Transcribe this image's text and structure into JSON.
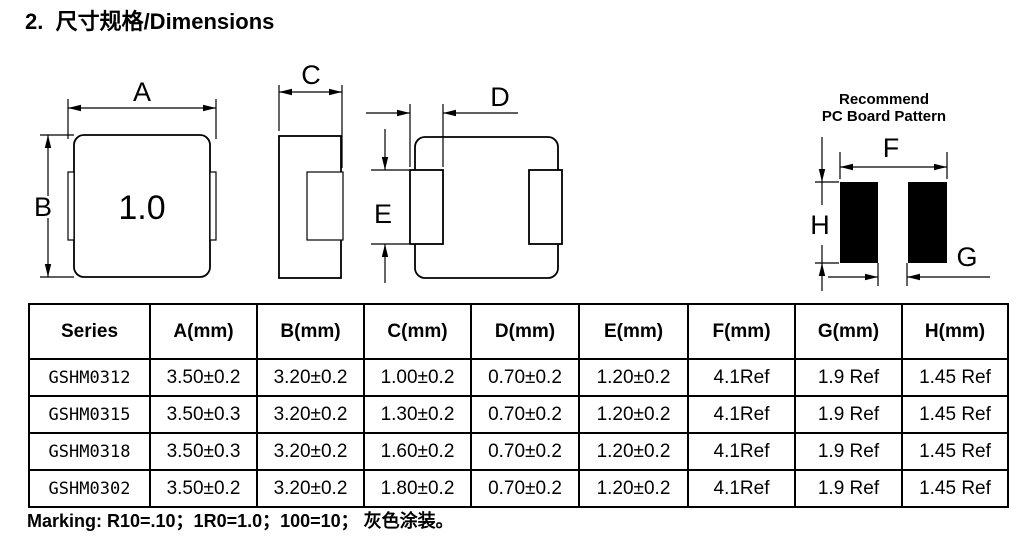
{
  "page": {
    "title": "2.  尺寸规格/Dimensions",
    "marking": "Marking: R10=.10；1R0=1.0；100=10； 灰色涂装。"
  },
  "drawings": {
    "top_view": {
      "label_a": "A",
      "label_b": "B",
      "part_marking": "1.0"
    },
    "side_view": {
      "label_c": "C"
    },
    "bottom_view": {
      "label_d": "D",
      "label_e": "E"
    },
    "pcb_pattern": {
      "title_line1": "Recommend",
      "title_line2": "PC Board Pattern",
      "label_f": "F",
      "label_g": "G",
      "label_h": "H"
    }
  },
  "table": {
    "headers": [
      "Series",
      "A(mm)",
      "B(mm)",
      "C(mm)",
      "D(mm)",
      "E(mm)",
      "F(mm)",
      "G(mm)",
      "H(mm)"
    ],
    "rows": [
      [
        "GSHM0312",
        "3.50±0.2",
        "3.20±0.2",
        "1.00±0.2",
        "0.70±0.2",
        "1.20±0.2",
        "4.1Ref",
        "1.9 Ref",
        "1.45 Ref"
      ],
      [
        "GSHM0315",
        "3.50±0.3",
        "3.20±0.2",
        "1.30±0.2",
        "0.70±0.2",
        "1.20±0.2",
        "4.1Ref",
        "1.9 Ref",
        "1.45 Ref"
      ],
      [
        "GSHM0318",
        "3.50±0.3",
        "3.20±0.2",
        "1.60±0.2",
        "0.70±0.2",
        "1.20±0.2",
        "4.1Ref",
        "1.9 Ref",
        "1.45 Ref"
      ],
      [
        "GSHM0302",
        "3.50±0.2",
        "3.20±0.2",
        "1.80±0.2",
        "0.70±0.2",
        "1.20±0.2",
        "4.1Ref",
        "1.9 Ref",
        "1.45 Ref"
      ]
    ]
  },
  "colors": {
    "ink": "#000000",
    "paper": "#ffffff"
  }
}
